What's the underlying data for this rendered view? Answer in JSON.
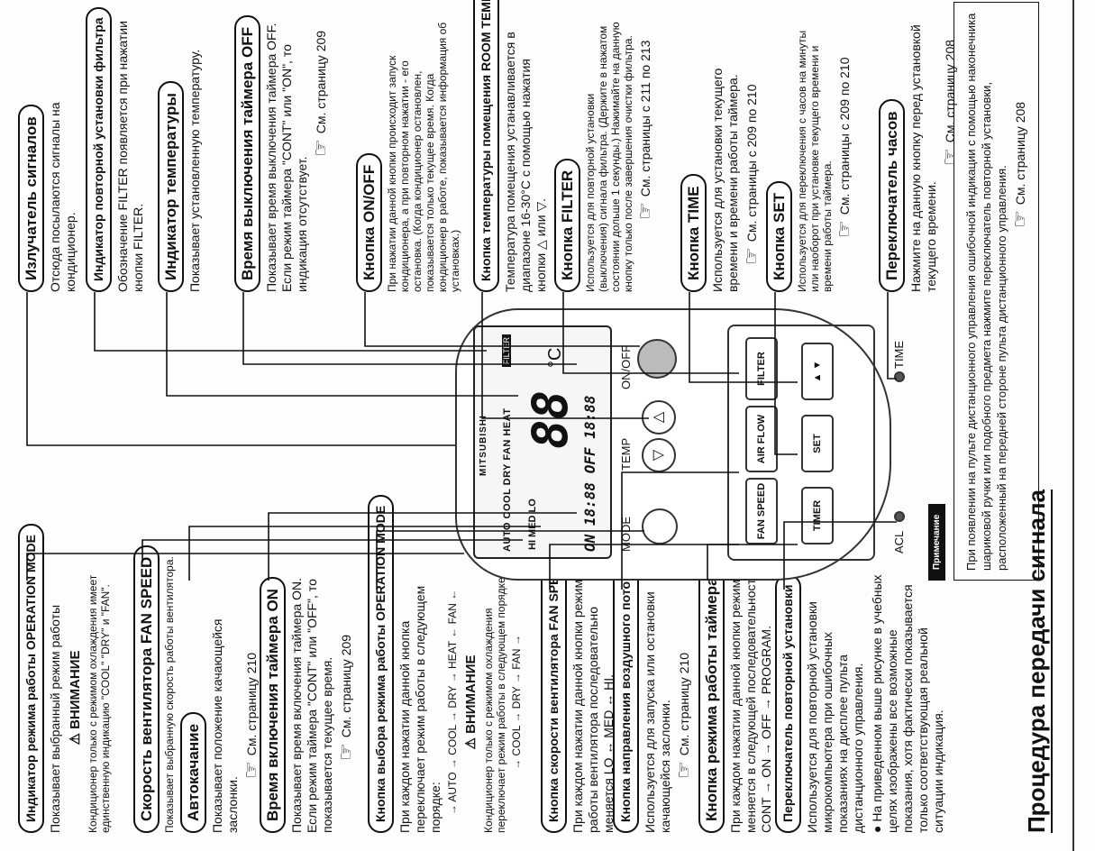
{
  "callouts_left": {
    "op_mode_indicator": {
      "title": "Индикатор режима работы OPERATION MODE",
      "desc": "Показывает выбранный режим работы",
      "warn": "⚠ ВНИМАНИЕ",
      "warn_text": "Кондиционер только с режимом охлаждения имеет единственную индикацию \"COOL\" \"DRY\" и \"FAN\"."
    },
    "fan_speed": {
      "title": "Скорость вентилятора FAN SPEED",
      "desc": "Показывает выбранную скорость работы вентилятора."
    },
    "auto_swing": {
      "title": "Автокачание",
      "desc": "Показывает положение качающейся заслонки.",
      "see": "См. страницу 210"
    },
    "timer_on": {
      "title": "Время включения таймера ON",
      "desc": "Показывает время включения таймера ON. Если режим таймера \"CONT\" или \"OFF\", то показывается текущее время.",
      "see": "См. страницу 209"
    },
    "mode_button": {
      "title": "Кнопка выбора режима работы OPERATION MODE",
      "desc": "При каждом нажатии данной кнопка переключает режим работы в следующем порядке:",
      "seq": "→ AUTO → COOL → DRY → HEAT ← FAN ←",
      "warn": "⚠ ВНИМАНИЕ",
      "warn_text": "Кондиционер только с режимом охлаждения переключает режим работы в следующем порядке.",
      "seq2": "→ COOL → DRY → FAN →"
    },
    "fan_button": {
      "title": "Кнопка скорости вентилятора FAN SPEED",
      "desc": "При каждом нажатии данной кнопки режим работы вентилятора последовательно меняется LO ↔ MED ↔ HI."
    },
    "airflow_button": {
      "title": "Кнопка направления воздушного потока",
      "desc": "Используется для запуска или остановки качающейся заслонки.",
      "see": "См. страницу 210"
    },
    "timer_button": {
      "title": "Кнопка режима работы таймера",
      "desc": "При каждом нажатии данной кнопки режим меняется в следующей последовательности CONT → ON → OFF → PROGRAM."
    },
    "reset_switch": {
      "title": "Переключатель повторной установки",
      "desc": "Используется для повторной установки микрокомпьютера при ошибочных показаниях на дисплее пульта дистанционного управления.",
      "bullet": "● На приведенном выше рисунке в учебных целях изображены все возможные показания, хотя фактически показывается только соответствующая реальной ситуации индикация."
    }
  },
  "callouts_right": {
    "emitter": {
      "title": "Излучатель сигналов",
      "desc": "Отсюда посылаются сигналы на кондиционер."
    },
    "filter_indicator": {
      "title": "Индикатор повторной установки фильтра",
      "desc": "Обозначение FILTER появляется при нажатии кнопки FILTER."
    },
    "temp_indicator": {
      "title": "Индикатор температуры",
      "desc": "Показывает установленную температуру."
    },
    "timer_off": {
      "title": "Время выключения таймера OFF",
      "desc": "Показывает время выключения таймера OFF. Если режим таймера \"CONT\" или \"ON\", то индикация отсутствует.",
      "see": "См. страницу 209"
    },
    "onoff_button": {
      "title": "Кнопка ON/OFF",
      "desc": "При нажатии данной кнопки происходит запуск кондиционера, а при повторном нажатии - его остановка. (Когда кондиционер остановлен, показывается только текущее время. Когда кондиционер в работе, показывается информация об установках.)"
    },
    "room_temp_button": {
      "title": "Кнопка температуры помещения ROOM TEMP.",
      "desc": "Температура помещения устанавливается в диапазоне 16-30°C с помощью нажатия кнопки △ или ▽."
    },
    "filter_button": {
      "title": "Кнопка FILTER",
      "desc": "Используется для повторной установки (выключения) сигнала фильтра. (Держите в нажатом состоянии дольше 1 секунды.) Нажимайте на данную кнопку только после завершения очистки фильтра.",
      "see": "См. страницы с 211 по 213"
    },
    "time_button": {
      "title": "Кнопка TIME",
      "desc": "Используется для установки текущего времени и времени работы таймера.",
      "see": "См. страницы с 209 по 210"
    },
    "set_button": {
      "title": "Кнопка SET",
      "desc": "Используется для переключения с часов на минуты или наоборот при установке текущего времени и времени работы таймера.",
      "see": "См. страницы с 209 по 210"
    },
    "clock_switch": {
      "title": "Переключатель часов",
      "desc": "Нажмите на данную кнопку перед установкой текущего времени.",
      "see": "См. страницу 208"
    }
  },
  "remote": {
    "brand": "MITSUBISHI",
    "modes": "AUTO COOL DRY FAN HEAT",
    "filter_tag": "FILTER",
    "fan": "HI  MED  LO",
    "temp": "88",
    "unit": "°C",
    "timer": "ON 18:88  OFF 18:88",
    "labels": {
      "mode": "MODE",
      "temp": "TEMP",
      "onoff": "ON/OFF"
    },
    "buttons": {
      "fan_speed": "FAN SPEED",
      "air_flow": "AIR FLOW",
      "filter": "FILTER",
      "timer": "TIMER",
      "set": "SET",
      "arrows": "▲ ▼"
    },
    "acl": "ACL",
    "time": "TIME"
  },
  "note": {
    "tag": "Примечание",
    "text": "При появлении на пульте дистанционного управления ошибочной индикации с помощью наконечника шариковой ручки или подобного предмета нажмите переключатель повторной установки, расположенный на передней стороне пульта дистанционного управления.",
    "see": "См. страницу 208"
  },
  "heading": "Процедура передачи сигнала"
}
